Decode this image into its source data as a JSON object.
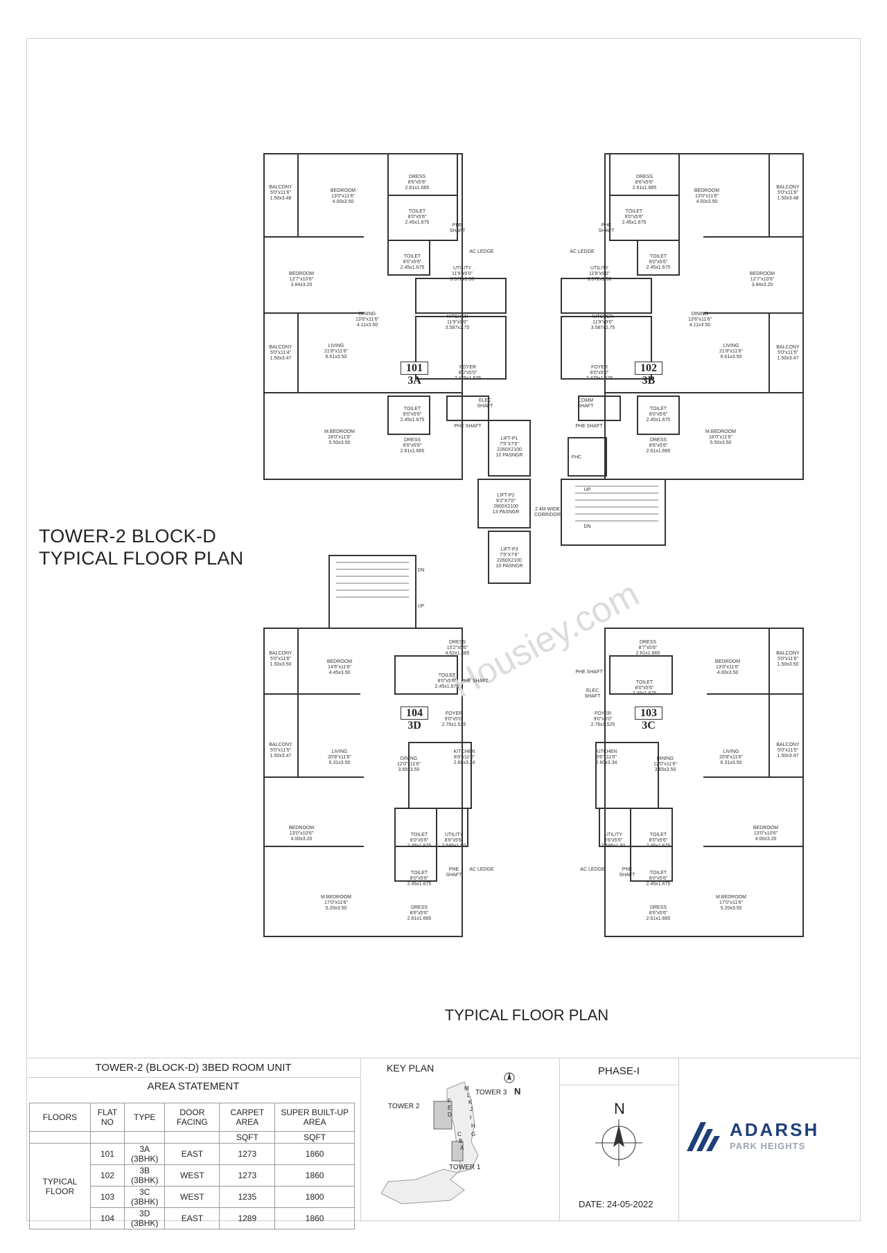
{
  "drawing": {
    "side_title_line1": "TOWER-2   BLOCK-D",
    "side_title_line2": "TYPICAL FLOOR PLAN",
    "bottom_title": "TYPICAL FLOOR PLAN",
    "watermark": "Housiey.com",
    "units": [
      {
        "no": "101",
        "type": "3A"
      },
      {
        "no": "102",
        "type": "3B"
      },
      {
        "no": "104",
        "type": "3D"
      },
      {
        "no": "103",
        "type": "3C"
      }
    ],
    "rooms": {
      "u101_balcony_top": "BALCONY\n5'0\"x11'6\"\n1.50x3.48",
      "u101_bedroom": "BEDROOM\n13'0\"x11'6\"\n4.00x3.50",
      "u101_dress": "DRESS\n8'6\"x5'6\"\n2.61x1.665",
      "u101_toilet1": "TOILET\n8'0\"x5'6\"\n2.45x1.675",
      "u101_phe": "PHE\nSHAFT",
      "u101_acledge": "AC LEDGE",
      "u101_bedroom2": "BEDROOM\n12'7\"x10'6\"\n3.84x3.20",
      "u101_toilet2": "TOILET\n8'0\"x5'6\"\n2.45x1.675",
      "u101_utility": "UTILITY\n11'9\"x5'0\"\n3.572x1.50",
      "u101_dining": "DINING\n13'6\"x11'6\"\n4.11x3.50",
      "u101_kitchen": "KITCHEN\n11'9\"x9'0\"\n3.587x2.75",
      "u101_living": "LIVING\n21'8\"x11'6\"\n6.61x3.50",
      "u101_balcony2": "BALCONY\n5'0\"x11'4\"\n1.50x3.47",
      "u101_foyer": "FOYER\n8'0\"x5'0\"\n2.475x1.525",
      "u101_mbed": "M.BEDROOM\n18'0\"x11'6\"\n5.50x3.50",
      "u101_toilet3": "TOILET\n8'0\"x5'6\"\n2.45x1.675",
      "u101_dress2": "DRESS\n8'6\"x5'6\"\n2.61x1.665",
      "elec": "ELEC\nSHAFT",
      "phe_shaft": "PHE SHAFT",
      "comm": "COMM\nSHAFT",
      "fhc": "FHC",
      "lift1": "LIFT-P1\n7'5\"X7'6\"\n2260X2100\n10 PASNGR",
      "lift2": "LIFT-P2\n9'2\"X7'0\"\n2800X2100\n13 PASNGR",
      "lift3": "LIFT-P3\n7'5\"X7'6\"\n2260X2100\n10 PASNGR",
      "corridor": "2.4M WIDE\nCORRIDOR",
      "up": "UP",
      "dn": "DN",
      "u102_balcony_top": "BALCONY\n5'0\"x11'6\"\n1.50x3.48",
      "u102_bedroom": "BEDROOM\n13'0\"x11'6\"\n4.00x3.50",
      "u102_dress": "DRESS\n8'6\"x5'6\"\n2.61x1.665",
      "u102_toilet1": "TOILET\n8'0\"x5'6\"\n2.45x1.675",
      "u102_phe": "PHE\nSHAFT",
      "u102_acledge": "AC LEDGE",
      "u102_bedroom2": "BEDROOM\n12'7\"x10'6\"\n3.84x3.20",
      "u102_toilet2": "TOILET\n8'0\"x5'6\"\n2.45x1.675",
      "u102_utility": "UTILITY\n11'9\"x5'0\"\n3.572x1.50",
      "u102_dining": "DINING\n13'6\"x11'6\"\n4.11x3.50",
      "u102_kitchen": "KITCHEN\n11'9\"x9'0\"\n3.587x2.75",
      "u102_living": "LIVING\n21'8\"x11'6\"\n6.61x3.50",
      "u102_balcony2": "BALCONY\n5'0\"x11'5\"\n1.50x3.47",
      "u102_foyer": "FOYER\n8'0\"x5'0\"\n2.475x1.525",
      "u102_mbed": "M.BEDROOM\n18'0\"x11'6\"\n5.50x3.50",
      "u102_toilet3": "TOILET\n8'0\"x5'6\"\n2.45x1.675",
      "u102_dress2": "DRESS\n8'6\"x5'6\"\n2.61x1.665",
      "u104_balcony_top": "BALCONY\n5'0\"x11'6\"\n1.50x3.50",
      "u104_bedroom": "BEDROOM\n14'6\"x11'6\"\n4.45x3.50",
      "u104_dress": "DRESS\n15'2\"x5'6\"\n4.62x1.665",
      "u104_toilet1": "TOILET\n8'0\"x5'6\"\n2.45x1.675",
      "u104_phe": "PHE SHAFT",
      "u104_foyer": "FOYER\n9'0\"x5'0\"\n2.76x1.525",
      "u104_balcony2": "BALCONY\n5'0\"x11'5\"\n1.50x3.47",
      "u104_living": "LIVING\n20'8\"x11'6\"\n6.31x3.50",
      "u104_dining": "DINING\n12'0\"x11'6\"\n3.65x3.50",
      "u104_kitchen": "KITCHEN\n8'6\"x11'0\"\n2.60x3.34",
      "u104_bedroom2": "BEDROOM\n13'0\"x10'6\"\n4.00x3.20",
      "u104_toilet2": "TOILET\n8'0\"x5'6\"\n2.45x1.675",
      "u104_utility": "UTILITY\n8'6\"x5'6\"\n2.585x1.50",
      "u104_phe2": "PHE\nSHAFT",
      "u104_acledge": "AC LEDGE",
      "u104_toilet3": "TOILET\n8'0\"x5'6\"\n2.45x1.675",
      "u104_mbed": "M.BEDROOM\n17'0\"x11'6\"\n5.20x3.50",
      "u104_dress2": "DRESS\n8'6\"x5'6\"\n2.61x1.665",
      "u103_dress": "DRESS\n8'7\"x5'6\"\n2.61x1.665",
      "u103_bedroom": "BEDROOM\n13'0\"x11'6\"\n4.00x3.50",
      "u103_balcony_top": "BALCONY\n5'0\"x11'6\"\n1.50x3.50",
      "u103_phe": "PHE SHAFT",
      "u103_toilet1": "TOILET\n8'0\"x5'6\"\n2.45x1.675",
      "u103_elec": "ELEC\nSHAFT",
      "u103_foyer": "FOYER\n9'0\"x5'0\"\n2.76x1.525",
      "u103_living": "LIVING\n20'8\"x11'6\"\n6.31x3.50",
      "u103_balcony2": "BALCONY\n5'0\"x11'5\"\n1.50x3.47",
      "u103_dining": "DINING\n12'0\"x11'6\"\n3.65x3.50",
      "u103_kitchen": "KITCHEN\n8'6\"x11'0\"\n2.60x3.34",
      "u103_bedroom2": "BEDROOM\n13'0\"x10'6\"\n4.00x3.20",
      "u103_toilet2": "TOILET\n8'0\"x5'6\"\n2.45x1.675",
      "u103_utility": "UTILITY\n8'6\"x5'6\"\n2.585x1.50",
      "u103_phe2": "PHE\nSHAFT",
      "u103_acledge": "AC LEDGE",
      "u103_toilet3": "TOILET\n8'0\"x5'6\"\n2.45x1.675",
      "u103_mbed": "M.BEDROOM\n17'0\"x11'6\"\n5.20x3.50",
      "u103_dress2": "DRESS\n8'6\"x5'6\"\n2.61x1.665"
    }
  },
  "area_statement": {
    "heading": "TOWER-2 (BLOCK-D) 3BED ROOM UNIT",
    "subheading": "AREA STATEMENT",
    "columns": [
      "FLOORS",
      "FLAT NO",
      "TYPE",
      "DOOR FACING",
      "CARPET AREA",
      "SUPER BUILT-UP AREA"
    ],
    "units_row": [
      "SQFT",
      "SQFT"
    ],
    "floor_label": "TYPICAL FLOOR",
    "rows": [
      {
        "flat": "101",
        "type": "3A (3BHK)",
        "facing": "EAST",
        "carpet": "1273",
        "sba": "1860"
      },
      {
        "flat": "102",
        "type": "3B (3BHK)",
        "facing": "WEST",
        "carpet": "1273",
        "sba": "1860"
      },
      {
        "flat": "103",
        "type": "3C (3BHK)",
        "facing": "WEST",
        "carpet": "1235",
        "sba": "1800"
      },
      {
        "flat": "104",
        "type": "3D (3BHK)",
        "facing": "EAST",
        "carpet": "1289",
        "sba": "1860"
      }
    ]
  },
  "key_plan": {
    "title": "KEY PLAN",
    "tower2": "TOWER 2",
    "tower3": "TOWER 3",
    "tower1": "TOWER 1",
    "north": "N",
    "letters_left": [
      "F",
      "E",
      "D"
    ],
    "letters_right": [
      "M",
      "L",
      "K",
      "J",
      "I",
      "H",
      "G"
    ],
    "letters_bottom": [
      "C",
      "B",
      "A"
    ]
  },
  "phase": {
    "label": "PHASE-I",
    "north": "N",
    "date": "DATE: 24-05-2022"
  },
  "logo": {
    "name": "ADARSH",
    "sub": "PARK HEIGHTS",
    "primary_color": "#1f3f7a",
    "secondary_color": "#9aa3b2"
  }
}
